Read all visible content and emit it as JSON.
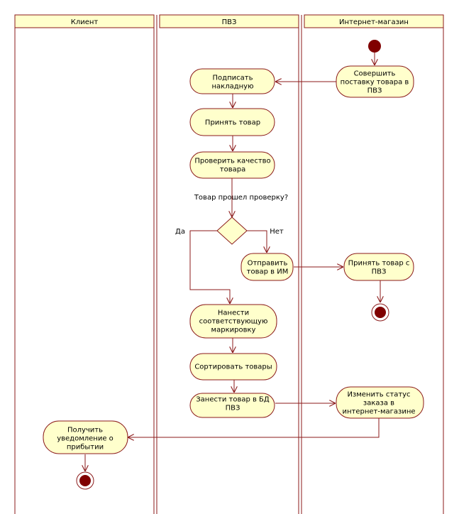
{
  "colors": {
    "line": "#8b1a1a",
    "fill": "#ffffcc",
    "header_fill": "#ffffcc",
    "node_dot": "#800000"
  },
  "lanes": {
    "client": "Клиент",
    "pvz": "ПВЗ",
    "shop": "Интернет-магазин"
  },
  "activities": {
    "sign_invoice": [
      "Подписать",
      "накладную"
    ],
    "accept_goods": [
      "Принять товар"
    ],
    "check_quality": [
      "Проверить качество",
      "товара"
    ],
    "send_back": [
      "Отправить",
      "товар в ИМ"
    ],
    "apply_marking": [
      "Нанести",
      "соответствующую",
      "маркировку"
    ],
    "sort_goods": [
      "Сортировать товары"
    ],
    "enter_db": [
      "Занести товар в БД",
      "ПВЗ"
    ],
    "deliver_goods": [
      "Совершить",
      "поставку товара в",
      "ПВЗ"
    ],
    "accept_from_pvz": [
      "Принять товар с",
      "ПВЗ"
    ],
    "change_status": [
      "Изменить статус",
      "заказа в",
      "интернет-магазине"
    ],
    "get_notification": [
      "Получить",
      "уведомление о",
      "прибытии"
    ]
  },
  "decision": {
    "question": "Товар прошел проверку?",
    "yes": "Да",
    "no": "Нет"
  }
}
